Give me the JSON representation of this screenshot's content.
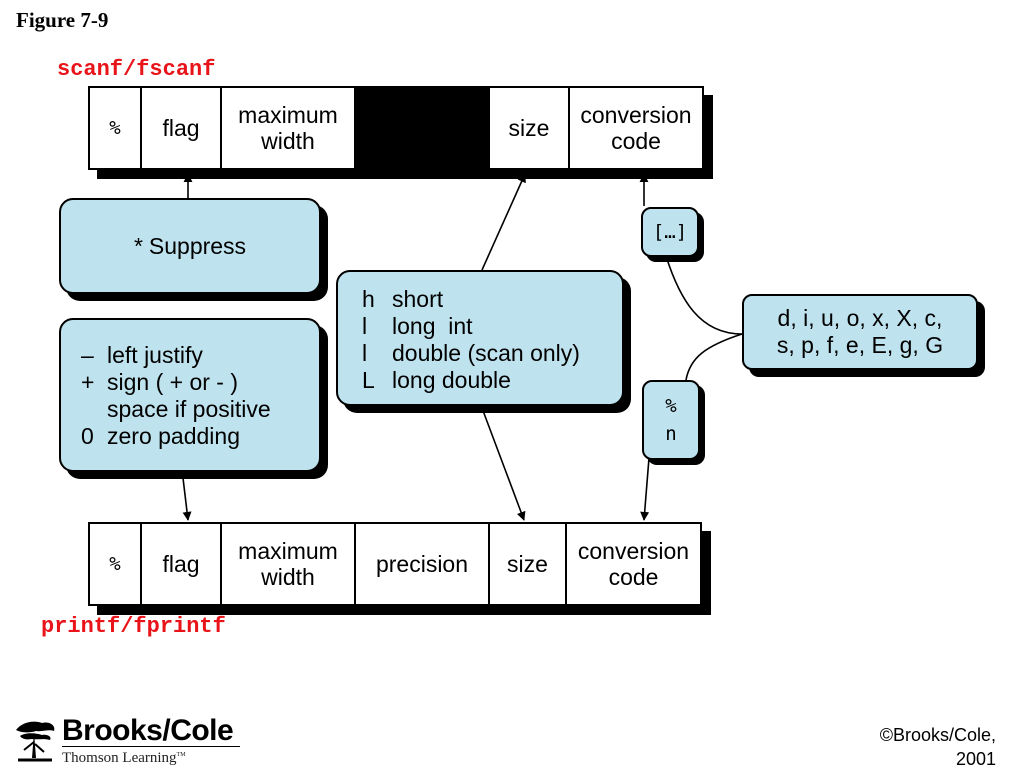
{
  "figure_title": "Figure 7-9",
  "scanf_label": "scanf/fscanf",
  "printf_label": "printf/fprintf",
  "scanf_cells": {
    "percent": "%",
    "flag": "flag",
    "width_1": "maximum",
    "width_2": "width",
    "size": "size",
    "conv_1": "conversion",
    "conv_2": "code"
  },
  "printf_cells": {
    "percent": "%",
    "flag": "flag",
    "width_1": "maximum",
    "width_2": "width",
    "precision": "precision",
    "size": "size",
    "conv_1": "conversion",
    "conv_2": "code"
  },
  "suppress": {
    "star": "*",
    "text": "Suppress"
  },
  "flags_box": {
    "rows": [
      {
        "sym": "–",
        "text": "left justify"
      },
      {
        "sym": "+",
        "text": "sign ( + or - )"
      },
      {
        "sym": "",
        "text": "space if positive"
      },
      {
        "sym": "0",
        "text": "zero padding"
      }
    ]
  },
  "size_box": {
    "rows": [
      {
        "sym": "h",
        "text": "short"
      },
      {
        "sym": "l",
        "text": "long  int"
      },
      {
        "sym": "l",
        "text": "double (scan only)"
      },
      {
        "sym": "L",
        "text": "long double"
      }
    ]
  },
  "bracket_box": "[…]",
  "percent_n_box": {
    "line_1": "%",
    "line_2": "n"
  },
  "codes_box": {
    "line_1": "d, i, u, o, x, X, c,",
    "line_2": "s, p, f, e, E, g, G"
  },
  "brand": {
    "name": "Brooks/Cole",
    "sub": "Thomson Learning",
    "tm": "TM"
  },
  "copyright": {
    "line_1": "©Brooks/Cole,",
    "line_2": "2001"
  }
}
